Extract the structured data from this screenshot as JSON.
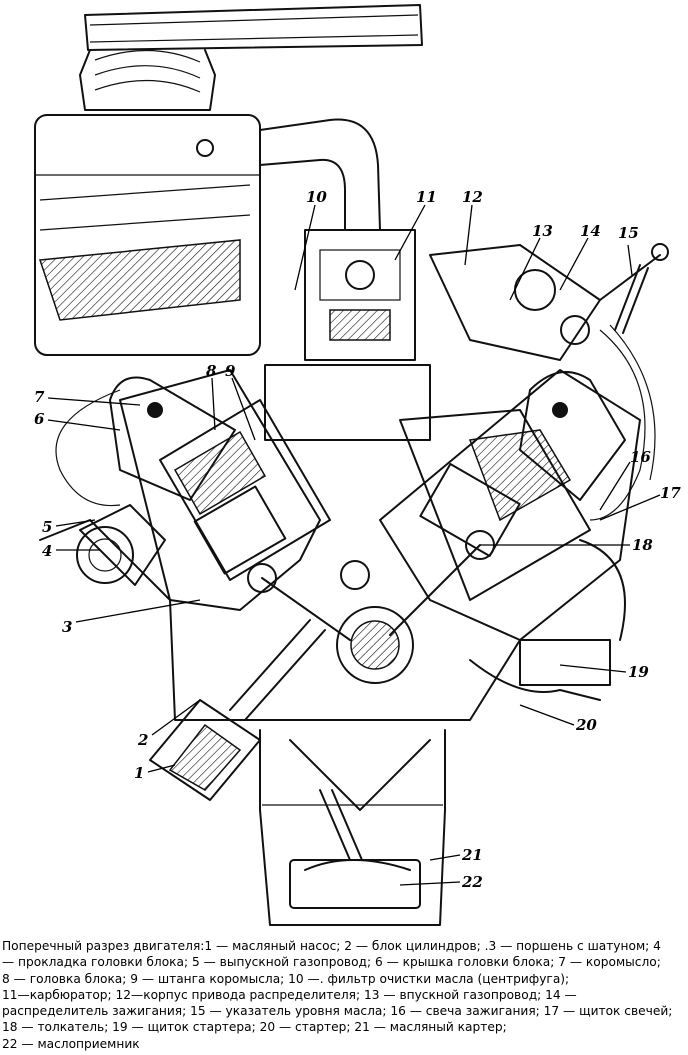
{
  "figure": {
    "labels": [
      "1",
      "2",
      "3",
      "4",
      "5",
      "6",
      "7",
      "8",
      "9",
      "10",
      "11",
      "12",
      "13",
      "14",
      "15",
      "16",
      "17",
      "18",
      "19",
      "20",
      "21",
      "22"
    ]
  },
  "caption": {
    "lines": [
      "Поперечный разрез двигателя:1 — масляный насос; 2 — блок цилиндров; .3 — поршень с шатуном; 4",
      "— прокладка головки блока; 5 — выпускной газопровод; 6 — крышка головки блока; 7 — коромысло;",
      "8 — головка блока; 9 — штанга коромысла; 10 —. фильтр очистки масла (центрифуга);",
      "11—карбюратор; 12—корпус привода распределителя; 13 — впускной газопровод; 14 —",
      "распределитель зажигания; 15 — указатель уровня масла; 16 — свеча зажигания; 17 — щиток свечей;",
      "18 — толкатель; 19 — щиток стартера; 20 — стартер; 21 — масляный картер;",
      "22 — маслоприемник"
    ]
  }
}
